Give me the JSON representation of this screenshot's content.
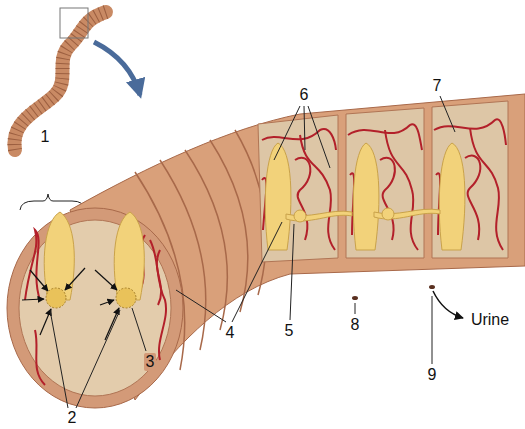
{
  "diagram": {
    "labels": [
      "1",
      "2",
      "3",
      "4",
      "5",
      "6",
      "7",
      "8",
      "9",
      "Urine"
    ]
  }
}
